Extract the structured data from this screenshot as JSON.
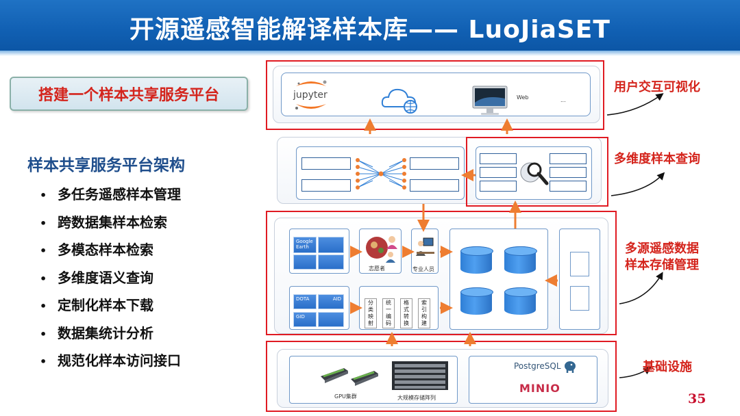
{
  "header": {
    "title": "开源遥感智能解译样本库—— LuoJiaSET"
  },
  "left_panel": {
    "callout": "搭建一个样本共享服务平台",
    "architecture_title": "样本共享服务平台架构",
    "bullet": "•",
    "features": [
      "多任务遥感样本管理",
      "跨数据集样本检索",
      "多模态样本检索",
      "多维度语义查询",
      "定制化样本下载",
      "数据集统计分析",
      "规范化样本访问接口"
    ]
  },
  "diagram": {
    "labels": {
      "ui": "用户交互可视化",
      "query": "多维度样本查询",
      "storage_1": "多源遥感数据",
      "storage_2": "样本存储管理",
      "infra": "基础设施"
    },
    "top": {
      "jupyter": "jupyter",
      "web": "Web",
      "more": "..."
    },
    "storage": {
      "google_earth_1": "Google",
      "google_earth_2": "Earth",
      "volunteer": "志愿者",
      "expert": "专业人员",
      "dota": "DOTA",
      "aid": "AID",
      "gid": "GID",
      "steps": [
        "分类映射",
        "统一编码",
        "格式转换",
        "索引构建"
      ]
    },
    "infra": {
      "gpu": "GPU集群",
      "storage_array": "大规模存储阵列",
      "postgresql": "PostgreSQL",
      "minio": "MINIO"
    }
  },
  "colors": {
    "accent_red": "#e01a22",
    "header_blue": "#1160b3",
    "arrow_orange": "#ee7d31",
    "title_blue": "#1f4e8c"
  },
  "page_number": "35"
}
